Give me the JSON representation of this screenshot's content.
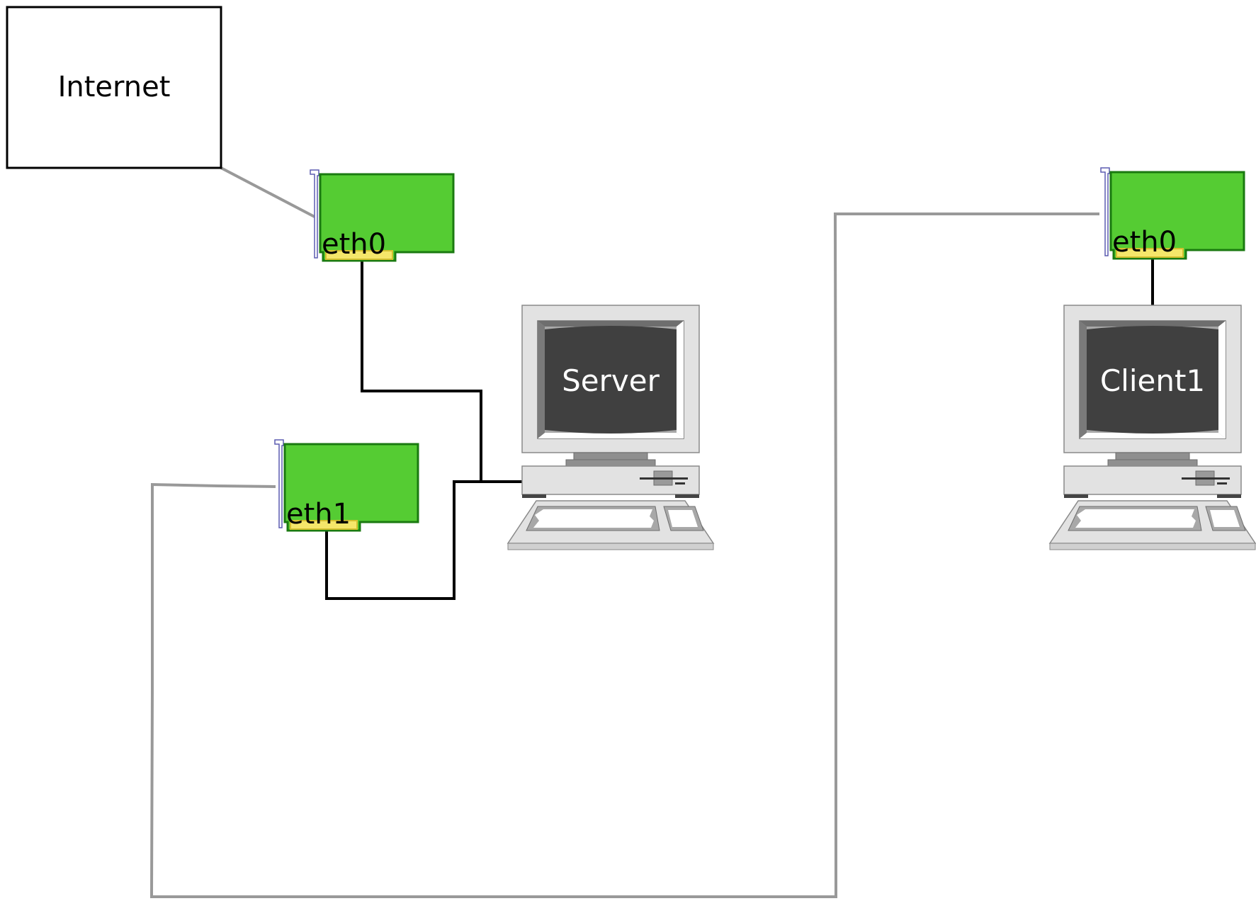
{
  "internet": {
    "label": "Internet"
  },
  "server": {
    "label": "Server",
    "nics": [
      {
        "label": "eth0"
      },
      {
        "label": "eth1"
      }
    ]
  },
  "client": {
    "label": "Client1",
    "nics": [
      {
        "label": "eth0"
      }
    ]
  },
  "colors": {
    "nic_board": "#55cc33",
    "nic_border": "#1a7a10",
    "nic_connector": "#f5e66a",
    "uplink_cable": "#999999",
    "internal_cable": "#000000",
    "monitor_screen": "#404040",
    "computer_case": "#e2e2e2"
  }
}
